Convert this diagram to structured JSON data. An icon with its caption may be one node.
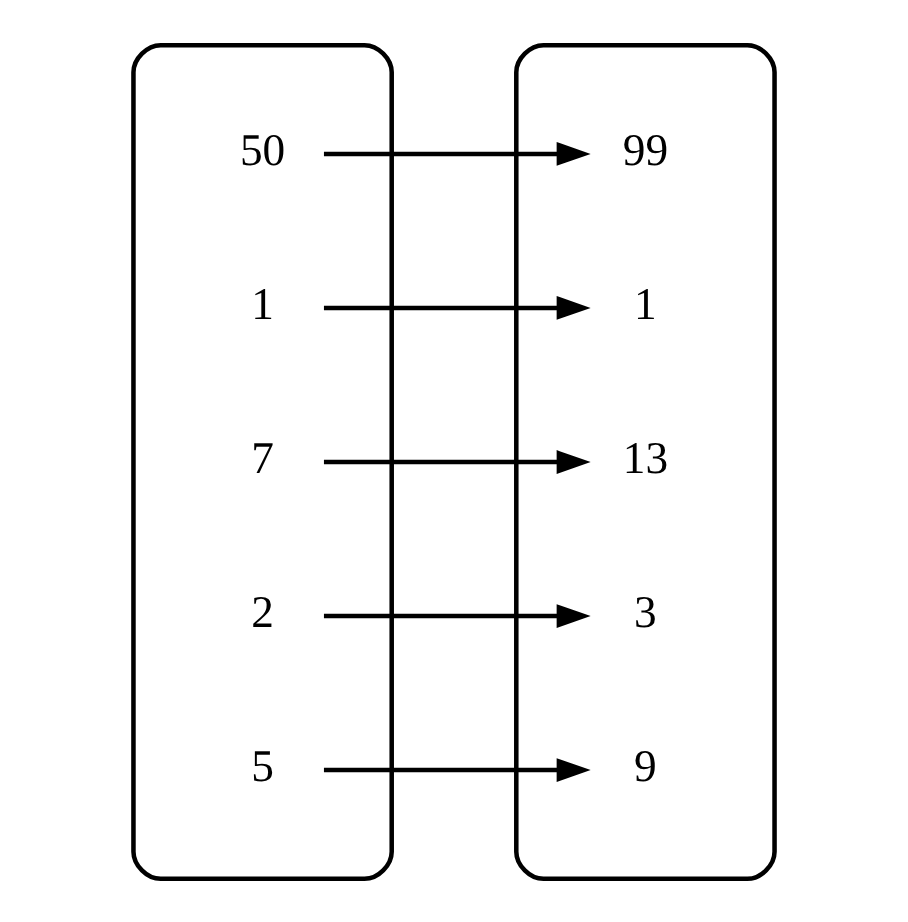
{
  "diagram": {
    "nodes": [
      {
        "text": [],
        "shape": "ellipse"
      },
      {
        "text": [
          "5"
        ],
        "in": 0
      },
      {
        "text": [
          "2"
        ],
        "in": 0
      },
      {
        "text": [
          "7"
        ],
        "in": 0
      },
      {
        "text": [
          "1"
        ],
        "in": 0
      },
      {
        "text": [
          "50"
        ],
        "in": 0
      },
      {
        "text": [],
        "shape": "ellipse"
      },
      {
        "text": [
          "9"
        ],
        "in": 6
      },
      {
        "text": [
          "3"
        ],
        "in": 6
      },
      {
        "text": [
          "13"
        ],
        "in": 6
      },
      {
        "text": [
          "1"
        ],
        "in": 6
      },
      {
        "text": [
          "99"
        ],
        "in": 6
      }
    ],
    "edges": [
      {
        "from": 1,
        "to": 7,
        "arrow": "to"
      },
      {
        "from": 2,
        "to": 8,
        "arrow": "to"
      },
      {
        "from": 3,
        "to": 9,
        "arrow": "to"
      },
      {
        "from": 4,
        "to": 10,
        "arrow": "to"
      },
      {
        "from": 5,
        "to": 11,
        "arrow": "to"
      }
    ]
  }
}
